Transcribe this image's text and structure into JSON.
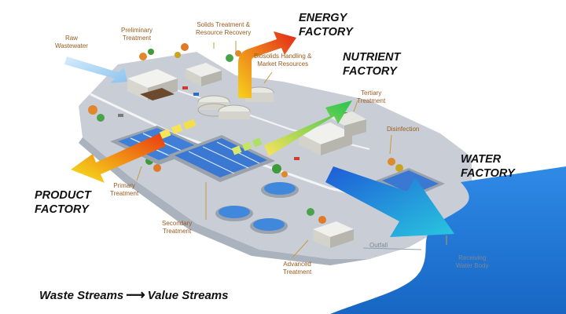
{
  "factories": {
    "energy": "ENERGY\nFACTORY",
    "nutrient": "NUTRIENT\nFACTORY",
    "product": "PRODUCT\nFACTORY",
    "water": "WATER\nFACTORY"
  },
  "process_labels": {
    "raw_wastewater": "Raw\nWastewater",
    "preliminary": "Preliminary\nTreatment",
    "solids": "Solids Treatment &\nResource Recovery",
    "biosolids": "Biosolids Handling &\nMarket Resources",
    "tertiary": "Tertiary\nTreatment",
    "disinfection": "Disinfection",
    "primary": "Primary\nTreatment",
    "secondary": "Secondary\nTreatment",
    "advanced": "Advanced\nTreatment",
    "outfall": "Outfall",
    "receiving": "Receiving\nWater Body"
  },
  "caption": {
    "left": "Waste Streams",
    "arrow": "⟶",
    "right": "Value Streams"
  },
  "colors": {
    "ground": "#c9ced6",
    "water": "#1e78d7",
    "label_text": "#9a5b1e",
    "energy_arrow": [
      "#f7d21c",
      "#e3281a"
    ],
    "nutrient_arrow": [
      "#ffe35a",
      "#27c44f"
    ],
    "product_arrow": [
      "#e83a12",
      "#f6e41e"
    ],
    "water_arrow": [
      "#1e5cd6",
      "#29c7df"
    ]
  }
}
